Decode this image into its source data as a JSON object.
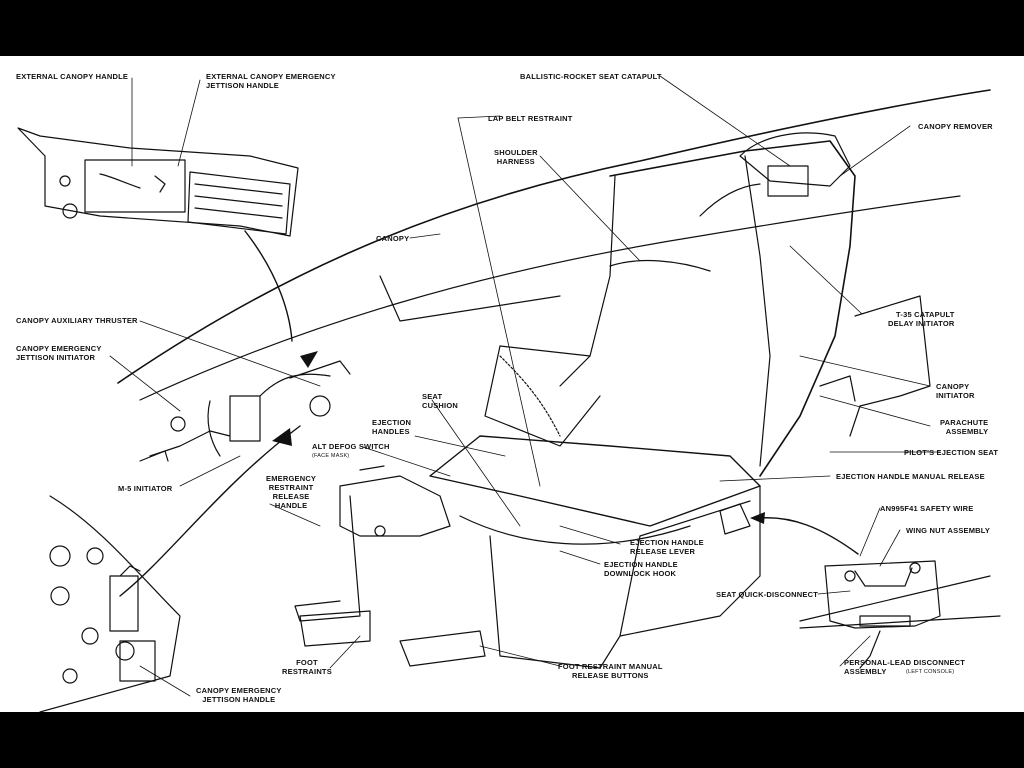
{
  "labels": {
    "external_canopy_handle": "EXTERNAL CANOPY HANDLE",
    "external_canopy_jettison_handle": "EXTERNAL CANOPY EMERGENCY\nJETTISON HANDLE",
    "ballistic_rocket_seat_catapult": "BALLISTIC-ROCKET SEAT CATAPULT",
    "lap_belt_restraint": "LAP BELT RESTRAINT",
    "canopy_remover": "CANOPY REMOVER",
    "shoulder_harness": "SHOULDER\nHARNESS",
    "canopy": "CANOPY",
    "t35_catapult_delay_initiator": "T-35 CATAPULT\nDELAY INITIATOR",
    "canopy_auxiliary_thruster": "CANOPY  AUXILIARY THRUSTER",
    "canopy_emergency_jettison_initiator": "CANOPY EMERGENCY\nJETTISON INITIATOR",
    "canopy_initiator": "CANOPY\nINITIATOR",
    "seat_cushion": "SEAT\nCUSHION",
    "parachute_assembly": "PARACHUTE\nASSEMBLY",
    "ejection_handles": "EJECTION\nHANDLES",
    "pilots_ejection_seat": "PILOT'S EJECTION SEAT",
    "alt_defog_switch": "ALT DEFOG SWITCH",
    "face_mask": "(FACE MASK)",
    "m5_initiator": "M-5 INITIATOR",
    "ejection_handle_manual_release": "EJECTION HANDLE MANUAL RELEASE",
    "emergency_restraint_release_handle": "EMERGENCY\nRESTRAINT\nRELEASE\nHANDLE",
    "an995f41_safety_wire": "AN995F41 SAFETY WIRE",
    "wing_nut_assembly": "WING NUT ASSEMBLY",
    "ejection_handle_release_lever": "EJECTION HANDLE\nRELEASE LEVER",
    "ejection_handle_downlock_hook": "EJECTION HANDLE\nDOWNLOCK HOOK",
    "seat_quick_disconnect": "SEAT QUICK-DISCONNECT",
    "foot_restraints": "FOOT\nRESTRAINTS",
    "foot_restraint_manual_release_buttons": "FOOT RESTRAINT MANUAL\nRELEASE BUTTONS",
    "personal_lead_disconnect_assembly": "PERSONAL-LEAD DISCONNECT\nASSEMBLY",
    "left_console": "(LEFT CONSOLE)",
    "canopy_emergency_jettison_handle": "CANOPY EMERGENCY\nJETTISON HANDLE"
  }
}
